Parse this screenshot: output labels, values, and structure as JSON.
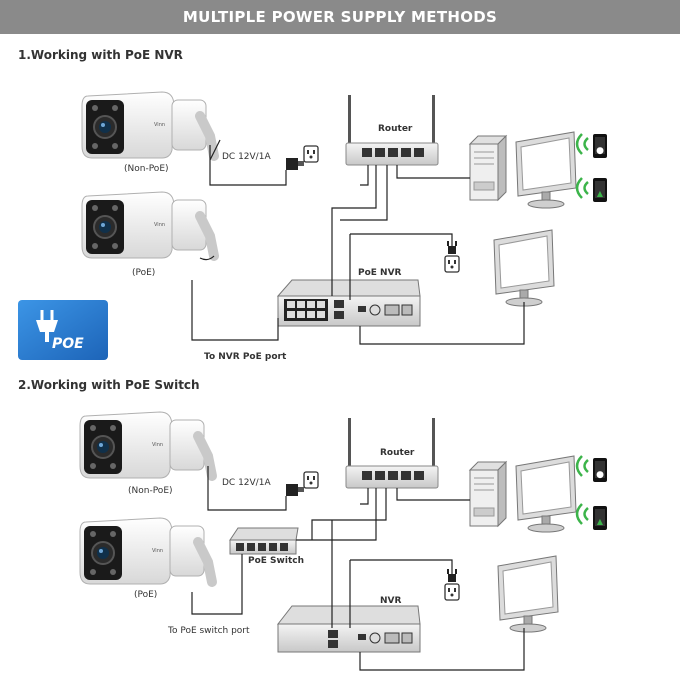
{
  "banner": {
    "title": "MULTIPLE POWER SUPPLY METHODS"
  },
  "section1": {
    "title": "1.Working with PoE NVR",
    "camera_nonpoe_label": "(Non-PoE)",
    "camera_poe_label": "(PoE)",
    "dc_label": "DC 12V/1A",
    "router_label": "Router",
    "nvr_label": "PoE NVR",
    "port_label": "To NVR PoE port",
    "poe_badge": "POE"
  },
  "section2": {
    "title": "2.Working with PoE Switch",
    "camera_nonpoe_label": "(Non-PoE)",
    "camera_poe_label": "(PoE)",
    "dc_label": "DC 12V/1A",
    "router_label": "Router",
    "switch_label": "PoE Switch",
    "nvr_label": "NVR",
    "port_label": "To PoE switch port"
  },
  "icons": [
    "bullet-camera-icon",
    "power-adapter-icon",
    "wall-outlet-icon",
    "router-icon",
    "pc-tower-icon",
    "monitor-icon",
    "smartphone-apple-icon",
    "smartphone-android-icon",
    "wifi-signal-icon",
    "poe-plug-icon",
    "nvr-icon",
    "poe-switch-icon"
  ],
  "colors": {
    "banner_bg": "#8a8a8a",
    "poe_badge_bg": "#2a7fd4",
    "wifi_green": "#3cb44a",
    "line": "#222222"
  }
}
